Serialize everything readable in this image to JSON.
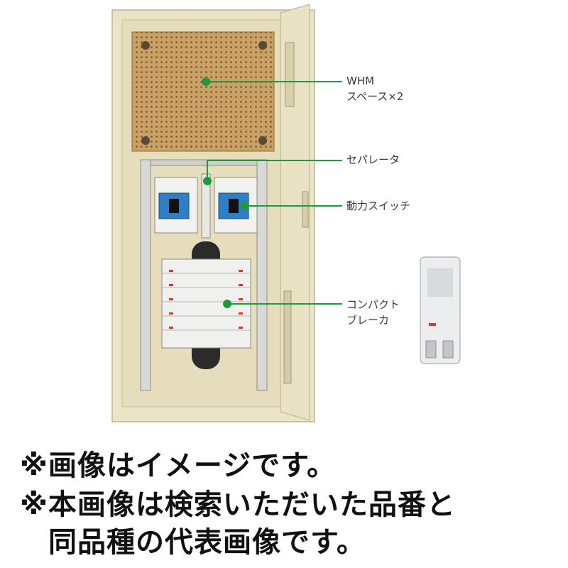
{
  "callouts": {
    "whm_line1": "WHM",
    "whm_line2": "スペース×2",
    "separator": "セパレータ",
    "power_switch": "動力スイッチ",
    "compact_breaker_line1": "コンパクト",
    "compact_breaker_line2": "ブレーカ"
  },
  "notes": {
    "line1": "※画像はイメージです。",
    "line2": "※本画像は検索いただいた品番と",
    "line3": "同品種の代表画像です。"
  },
  "colors": {
    "callout_green": "#1e9a3c",
    "cabinet": "#ede5c8",
    "meter_board": "#c8a167"
  }
}
